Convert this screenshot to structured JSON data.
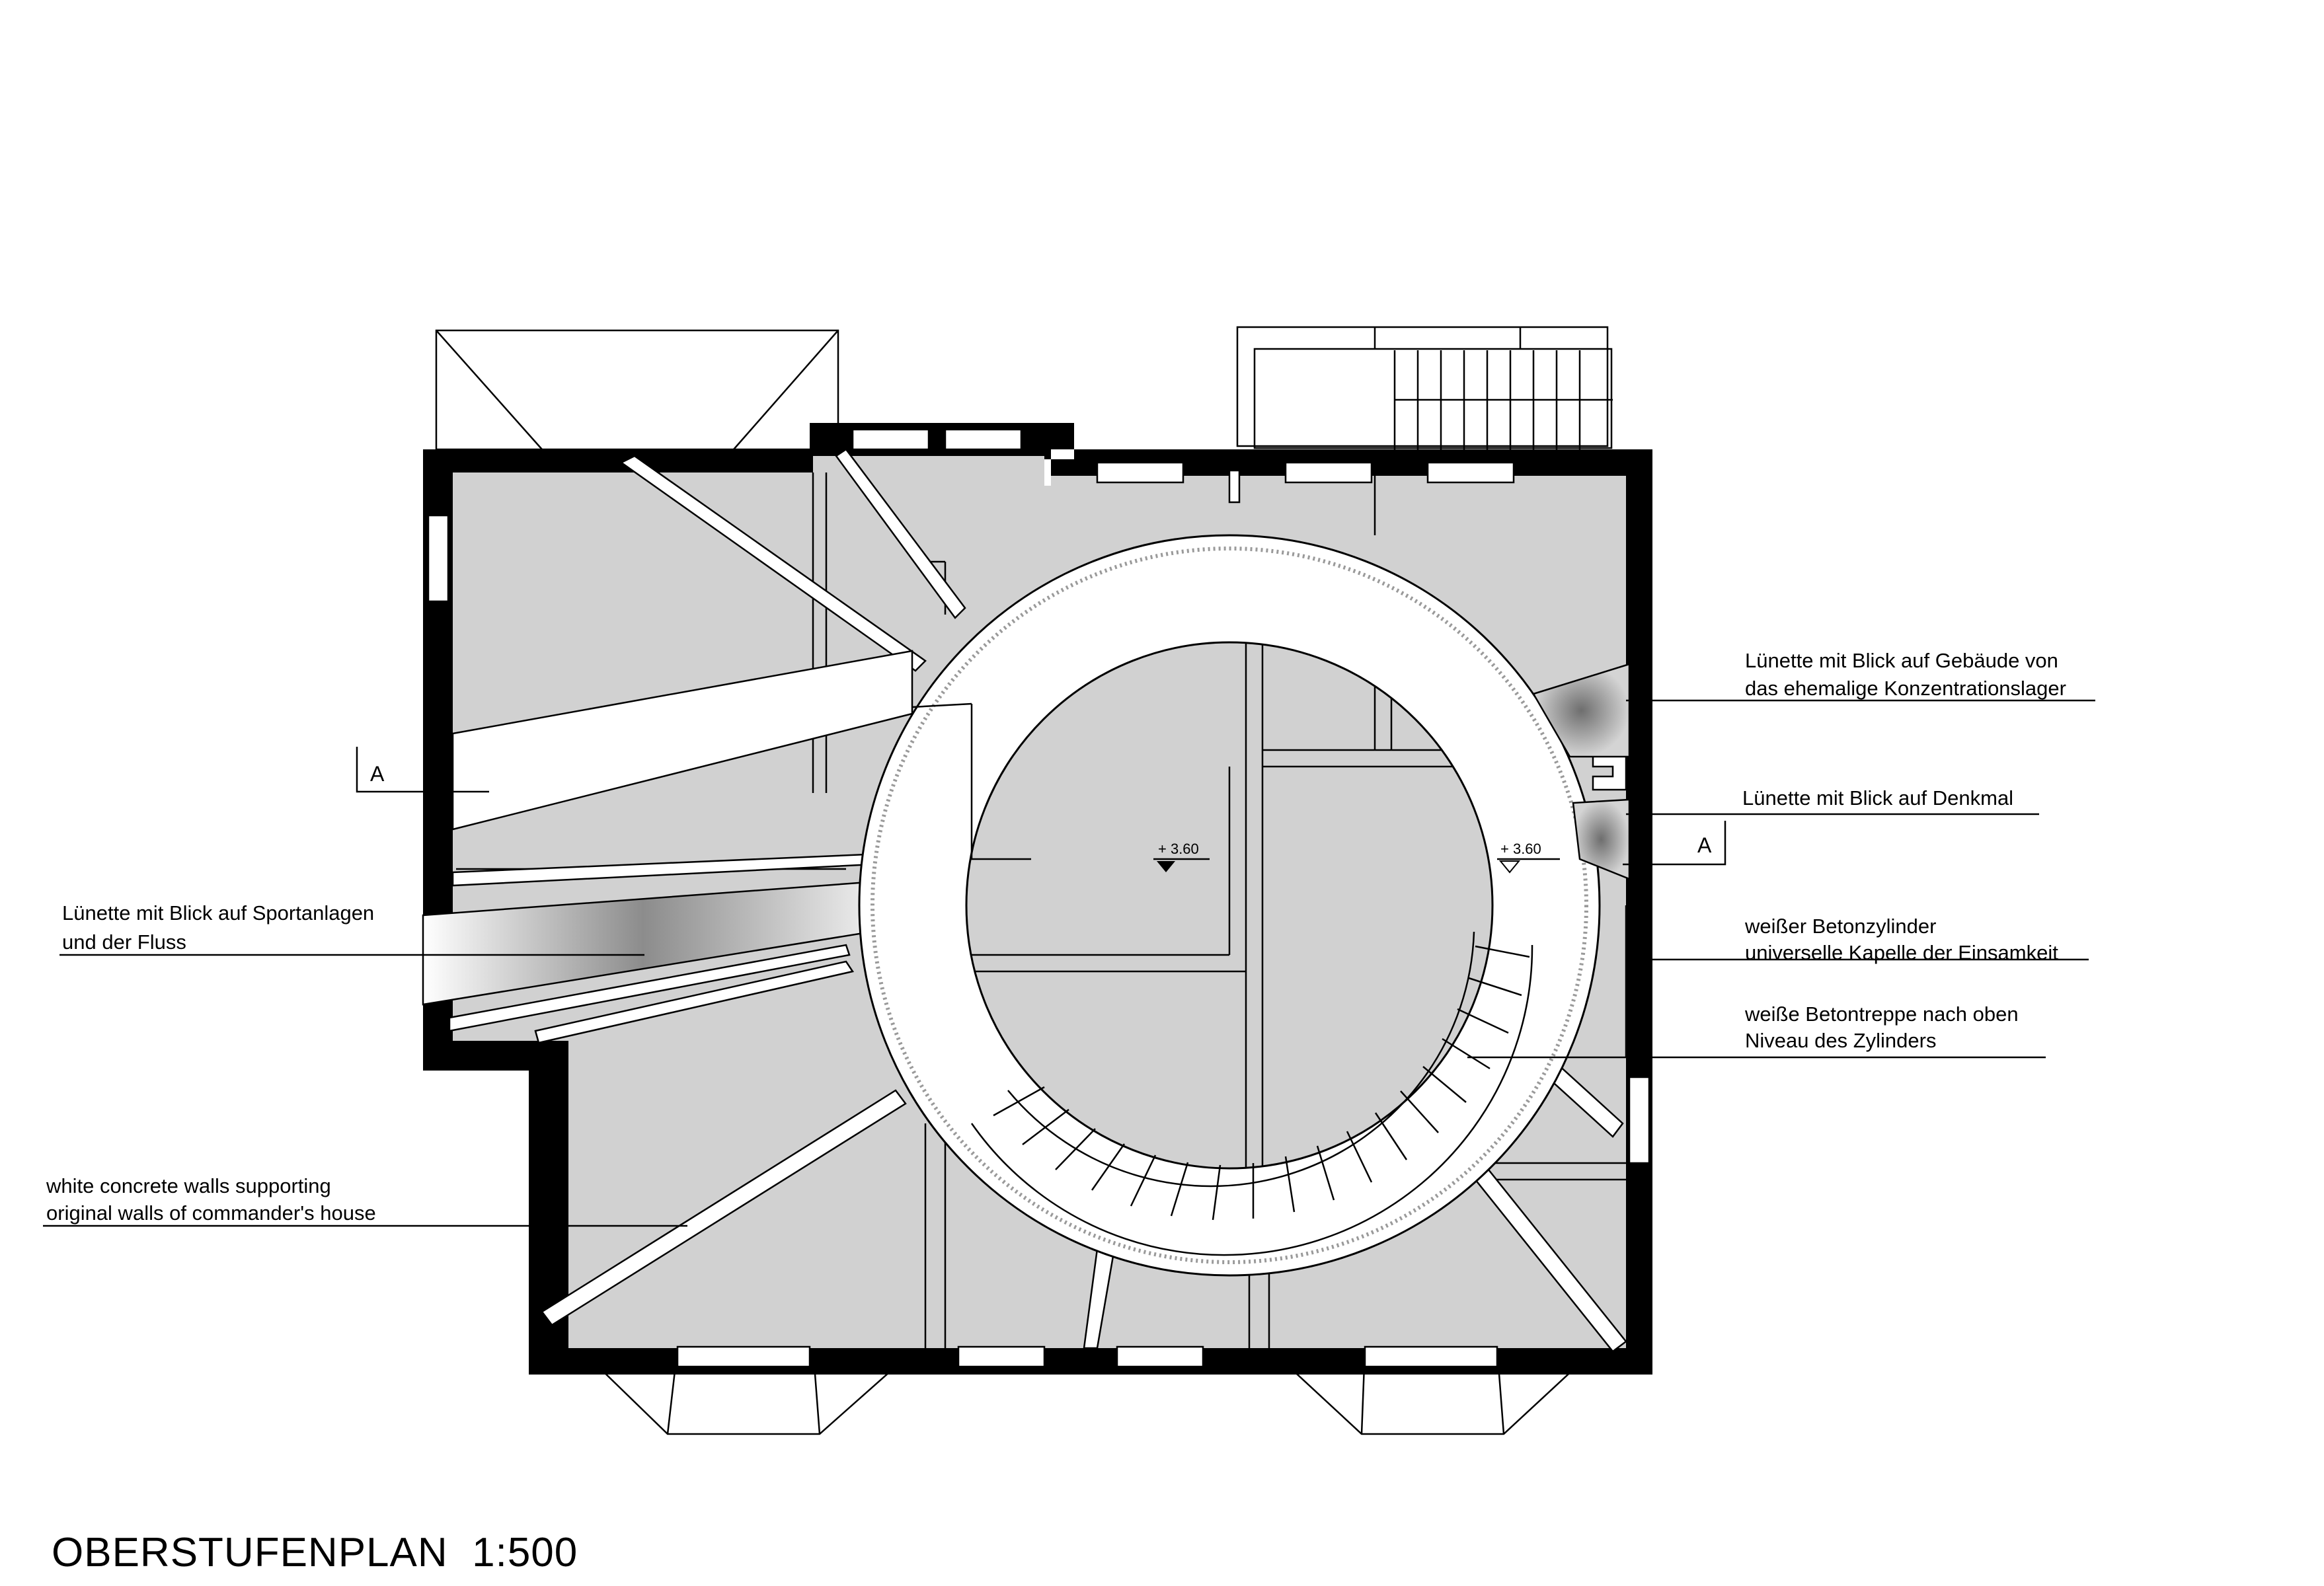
{
  "title": "OBERSTUFENPLAN  1:500",
  "section_marks": {
    "left": "A",
    "right": "A"
  },
  "levels": {
    "center": "+ 3.60",
    "ring": "+ 3.60"
  },
  "annotations": {
    "lunette_building": [
      "Lünette mit Blick auf Gebäude von",
      "das ehemalige Konzentrationslager"
    ],
    "lunette_memorial": [
      "Lünette mit Blick auf Denkmal"
    ],
    "lunette_sports": [
      "Lünette mit Blick auf Sportanlagen",
      "und der Fluss"
    ],
    "cylinder": [
      "weißer Betonzylinder",
      "universelle Kapelle der Einsamkeit"
    ],
    "stair": [
      "weiße Betontreppe nach oben",
      "Niveau des Zylinders"
    ],
    "walls": [
      "white concrete walls supporting",
      "original walls of commander's house"
    ]
  },
  "colors": {
    "wall": "#000000",
    "floor": "#d1d1d1",
    "concrete": "#ffffff",
    "lunette_shade": "#8a8a8a"
  }
}
